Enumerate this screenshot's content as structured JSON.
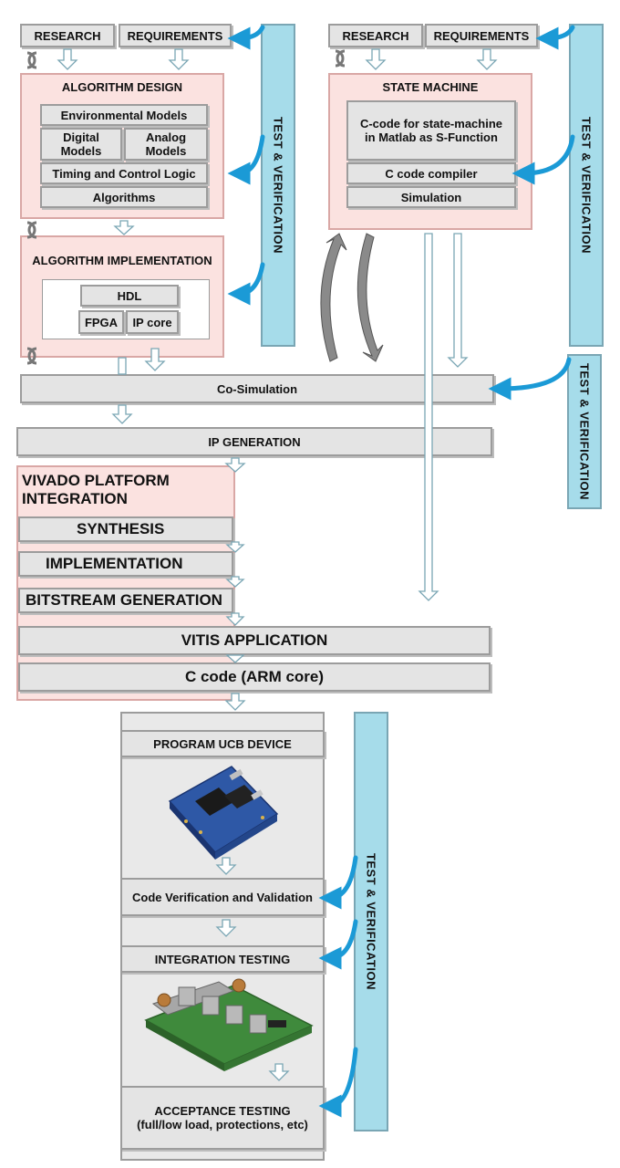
{
  "left": {
    "research": "RESEARCH",
    "requirements": "REQUIREMENTS",
    "algorithm_design": {
      "title": "ALGORITHM DESIGN",
      "environmental_models": "Environmental Models",
      "digital_models": "Digital Models",
      "analog_models": "Analog Models",
      "timing_control_logic": "Timing and Control Logic",
      "algorithms": "Algorithms"
    },
    "algorithm_implementation": {
      "title": "ALGORITHM IMPLEMENTATION",
      "hdl": "HDL",
      "fpga": "FPGA",
      "ip_core": "IP core"
    },
    "test_verification": "TEST & VERIFICATION"
  },
  "right": {
    "research": "RESEARCH",
    "requirements": "REQUIREMENTS",
    "state_machine": {
      "title": "STATE MACHINE",
      "c_code": "C-code for state-machine in Matlab as S-Function",
      "c_code_compiler": "C code compiler",
      "simulation": "Simulation"
    },
    "test_verification": "TEST & VERIFICATION",
    "test_verification_2": "TEST & VERIFICATION"
  },
  "flow": {
    "co_simulation": "Co-Simulation",
    "ip_generation": "IP GENERATION",
    "vivado_platform_integration": "VIVADO PLATFORM INTEGRATION",
    "synthesis": "SYNTHESIS",
    "implementation": "IMPLEMENTATION",
    "bitstream_generation": "BITSTREAM GENERATION",
    "vitis_application": "VITIS APPLICATION",
    "c_code_arm": "C code (ARM core)"
  },
  "device": {
    "program_ucb": "PROGRAM UCB DEVICE",
    "code_verification": "Code Verification and Validation",
    "integration_testing": "INTEGRATION TESTING",
    "acceptance_testing": "ACCEPTANCE TESTING (full/low load, protections, etc)",
    "test_verification": "TEST & VERIFICATION"
  },
  "colors": {
    "pink": "#fbe2e0",
    "gray_box": "#e4e4e4",
    "test_bar": "#a6dcea",
    "blue_arrow": "#1b9ad6"
  }
}
